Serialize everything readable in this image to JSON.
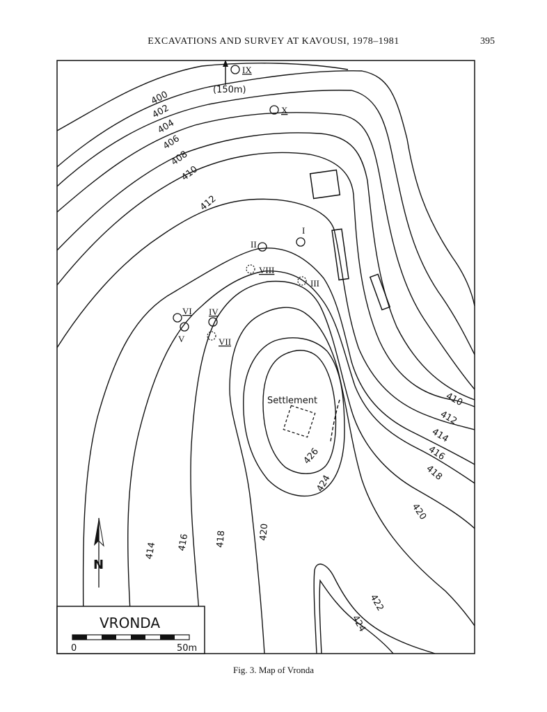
{
  "header": {
    "title": "EXCAVATIONS AND SURVEY AT KAVOUSI, 1978–1981",
    "page_number": "395"
  },
  "caption": "Fig. 3. Map of Vronda",
  "map": {
    "name": "VRONDA",
    "scale": {
      "start": "0",
      "end": "50m"
    },
    "north_label": "N",
    "arrow_note": "(150m)",
    "settlement_label": "Settlement",
    "contours": [
      "400",
      "402",
      "404",
      "406",
      "408",
      "410",
      "412",
      "414",
      "416",
      "418",
      "420",
      "422",
      "424",
      "426"
    ],
    "right_contour_labels": [
      "410",
      "412",
      "414",
      "416",
      "418",
      "420"
    ],
    "bottom_contour_labels": [
      "414",
      "416",
      "418",
      "420",
      "422",
      "424"
    ],
    "inner_contour_labels": [
      "426",
      "424"
    ],
    "sites": [
      {
        "id": "IX",
        "label": "IX",
        "excavated": true
      },
      {
        "id": "X",
        "label": "X",
        "excavated": true
      },
      {
        "id": "I",
        "label": "I",
        "excavated": true
      },
      {
        "id": "II",
        "label": "II",
        "excavated": true
      },
      {
        "id": "VIII",
        "label": "VIII",
        "excavated": false
      },
      {
        "id": "III",
        "label": "III",
        "excavated": false
      },
      {
        "id": "VI",
        "label": "VI",
        "excavated": true
      },
      {
        "id": "V",
        "label": "V",
        "excavated": true
      },
      {
        "id": "IV",
        "label": "IV",
        "excavated": true
      },
      {
        "id": "VII",
        "label": "VII",
        "excavated": false
      }
    ]
  }
}
